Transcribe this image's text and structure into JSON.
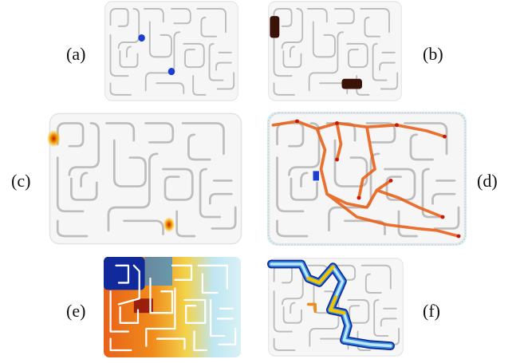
{
  "figure": {
    "panels": [
      {
        "id": "a",
        "label": "(a)"
      },
      {
        "id": "b",
        "label": "(b)"
      },
      {
        "id": "c",
        "label": "(c)"
      },
      {
        "id": "d",
        "label": "(d)"
      },
      {
        "id": "e",
        "label": "(e)"
      },
      {
        "id": "f",
        "label": "(f)"
      }
    ],
    "colors": {
      "maze_floor": "#f6f6f6",
      "wall_stroke": "#bdbdbd",
      "blue_marker": "#1a3fd0",
      "dark_marker": "#3a1208",
      "heat_yellow": "#f3c200",
      "heat_orange": "#e8621a",
      "heat_red": "#c21a0a",
      "light_cyan": "#d8f0f4",
      "deep_blue": "#102a9c",
      "mid_blue": "#2f8bdc"
    }
  }
}
